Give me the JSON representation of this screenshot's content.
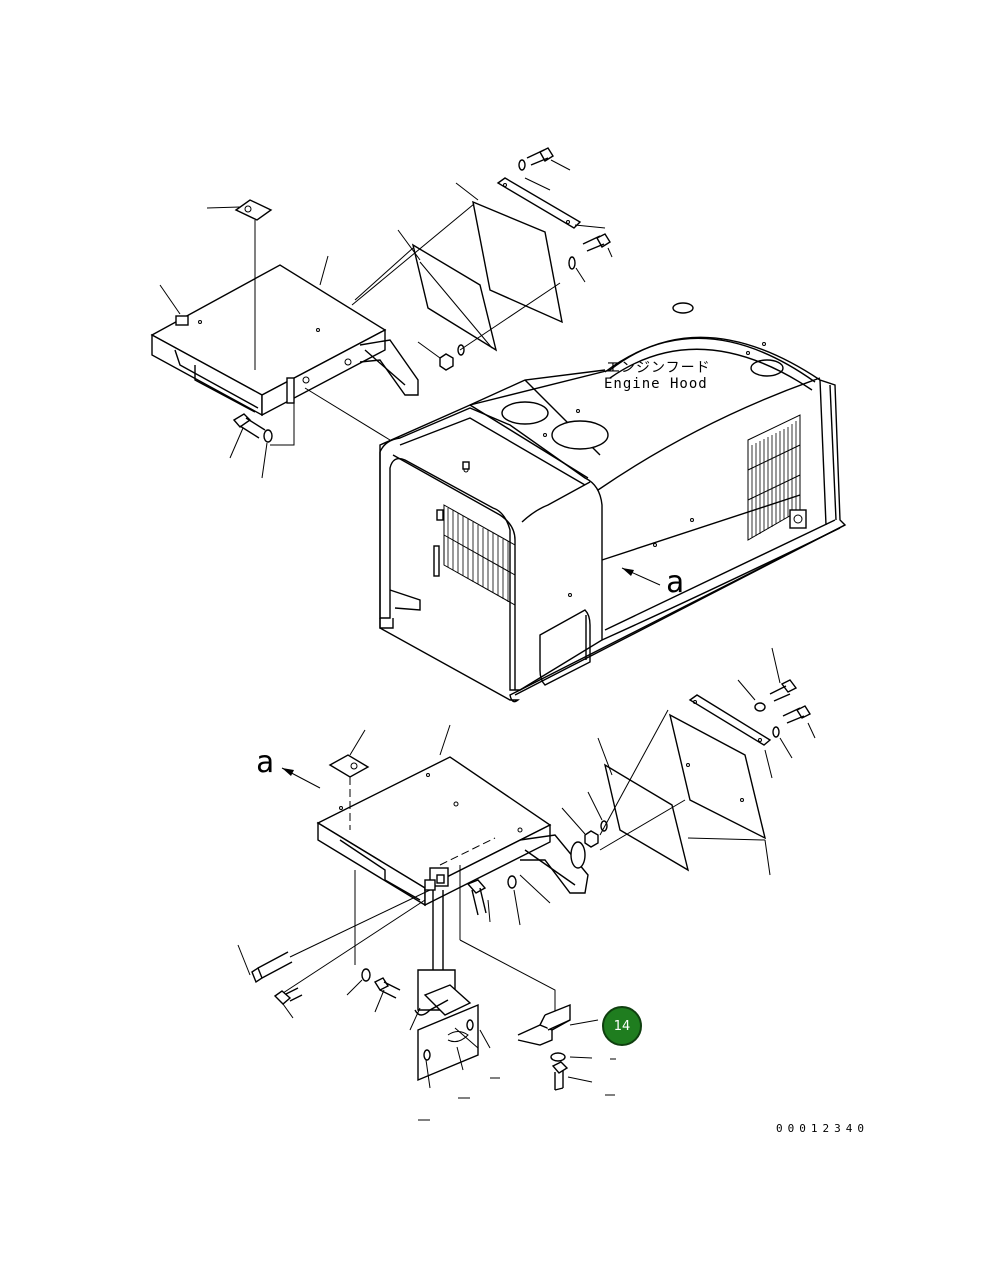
{
  "diagram": {
    "hood_label_jp": "エンジンフード",
    "hood_label_en": "Engine Hood",
    "view_arrow_right": "a",
    "view_arrow_left": "a",
    "drawing_number": "00012340",
    "callout": {
      "number": "14",
      "color": "#1f7d1f"
    }
  }
}
